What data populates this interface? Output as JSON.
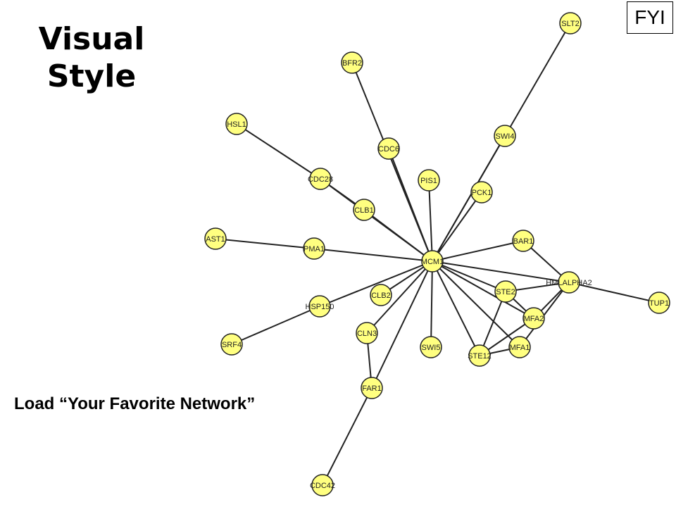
{
  "title": "Visual Style",
  "fyi": "FYI",
  "subtitle": "Load “Your Favorite Network”",
  "colors": {
    "node_fill": "#ffff80",
    "edge": "#222222"
  },
  "network": {
    "nodes": [
      "SLT2",
      "BFR2",
      "HSL1",
      "CDC6",
      "SWI4",
      "PIS1",
      "CDC28",
      "PCK1",
      "CLB1",
      "AST1",
      "PMA1",
      "BAR1",
      "MCM1",
      "HMLALPHA2",
      "HSP150",
      "CLB2",
      "STE2",
      "TUP1",
      "MFA2",
      "CLN3",
      "SWI5",
      "STE12",
      "MFA1",
      "SRF4",
      "FAR1",
      "CDC42"
    ],
    "edges": [
      [
        "MCM1",
        "SLT2"
      ],
      [
        "MCM1",
        "SWI4"
      ],
      [
        "MCM1",
        "BFR2"
      ],
      [
        "MCM1",
        "CDC6"
      ],
      [
        "MCM1",
        "PIS1"
      ],
      [
        "MCM1",
        "PCK1"
      ],
      [
        "HSL1",
        "CDC28"
      ],
      [
        "CDC28",
        "CLB1"
      ],
      [
        "MCM1",
        "CDC28"
      ],
      [
        "MCM1",
        "CLB1"
      ],
      [
        "AST1",
        "PMA1"
      ],
      [
        "MCM1",
        "PMA1"
      ],
      [
        "MCM1",
        "BAR1"
      ],
      [
        "MCM1",
        "HMLALPHA2"
      ],
      [
        "MCM1",
        "HSP150"
      ],
      [
        "SRF4",
        "HSP150"
      ],
      [
        "MCM1",
        "CLB2"
      ],
      [
        "MCM1",
        "STE2"
      ],
      [
        "MCM1",
        "MFA2"
      ],
      [
        "MCM1",
        "CLN3"
      ],
      [
        "MCM1",
        "SWI5"
      ],
      [
        "MCM1",
        "STE12"
      ],
      [
        "MCM1",
        "MFA1"
      ],
      [
        "MCM1",
        "FAR1"
      ],
      [
        "CLN3",
        "FAR1"
      ],
      [
        "FAR1",
        "CDC42"
      ],
      [
        "BAR1",
        "HMLALPHA2"
      ],
      [
        "HMLALPHA2",
        "TUP1"
      ],
      [
        "HMLALPHA2",
        "STE2"
      ],
      [
        "HMLALPHA2",
        "MFA2"
      ],
      [
        "HMLALPHA2",
        "MFA1"
      ],
      [
        "STE2",
        "STE12"
      ],
      [
        "STE2",
        "MFA2"
      ],
      [
        "STE12",
        "MFA1"
      ],
      [
        "STE12",
        "MFA2"
      ]
    ]
  }
}
